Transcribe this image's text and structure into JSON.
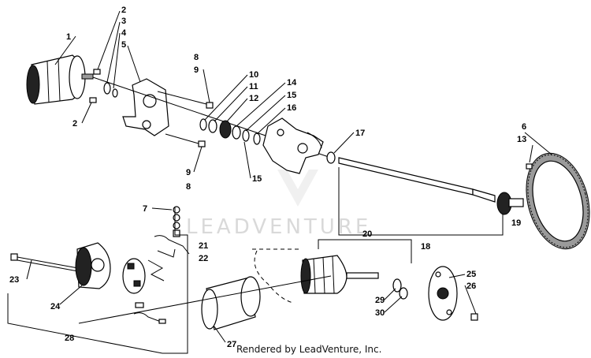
{
  "watermark": {
    "text": "LEADVENTURE"
  },
  "credit": {
    "text": "Rendered by LeadVenture, Inc."
  },
  "callouts": [
    "1",
    "2",
    "3",
    "4",
    "5",
    "2",
    "8",
    "9",
    "10",
    "11",
    "12",
    "14",
    "15",
    "16",
    "9",
    "8",
    "15",
    "17",
    "6",
    "13",
    "7",
    "21",
    "22",
    "20",
    "18",
    "19",
    "23",
    "24",
    "25",
    "26",
    "29",
    "30",
    "27",
    "28"
  ]
}
